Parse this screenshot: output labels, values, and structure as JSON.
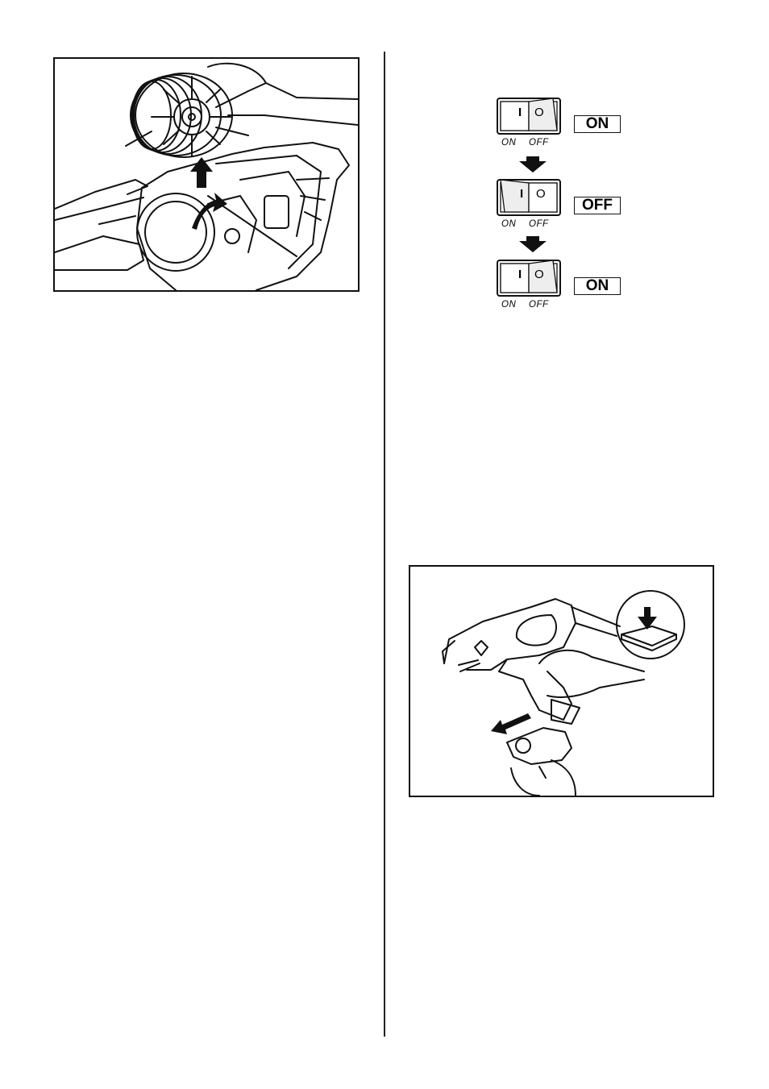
{
  "switch_sequence": {
    "steps": [
      {
        "state_label": "ON",
        "on_text": "ON",
        "off_text": "OFF"
      },
      {
        "state_label": "OFF",
        "on_text": "ON",
        "off_text": "OFF"
      },
      {
        "state_label": "ON",
        "on_text": "ON",
        "off_text": "OFF"
      }
    ],
    "symbols": {
      "on_symbol": "I",
      "off_symbol": "O"
    }
  },
  "figures": {
    "reel_removal": {
      "icon": "wire-reel-removal-illustration"
    },
    "battery_removal": {
      "icon": "battery-removal-illustration"
    }
  }
}
